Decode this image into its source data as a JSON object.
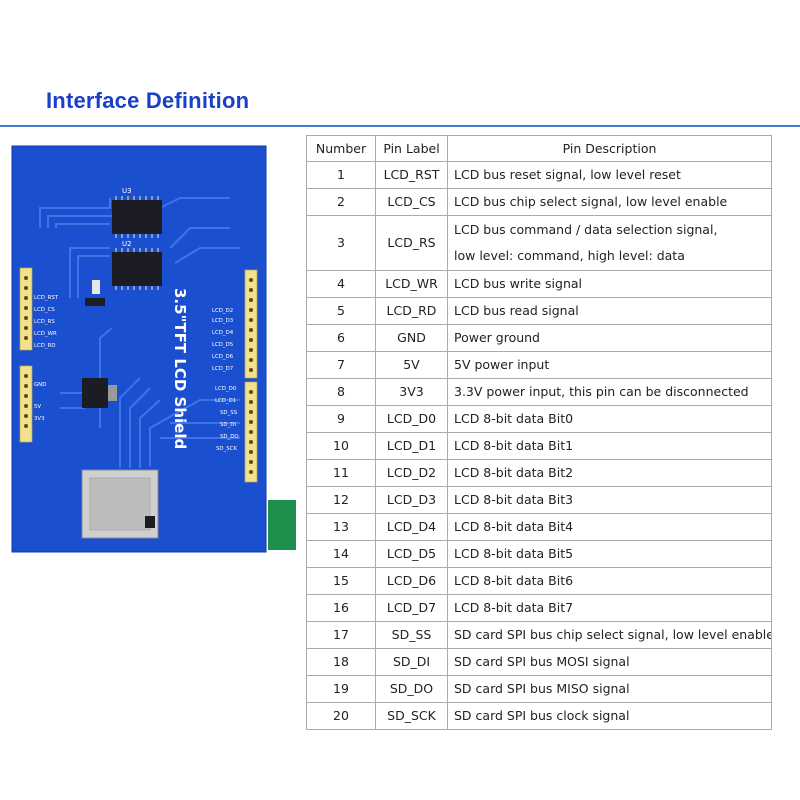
{
  "title": "Interface Definition",
  "colors": {
    "title": "#1a3fc8",
    "rule": "#3a7fd6",
    "pcb": "#1a4fd0",
    "header": "#f2e08a"
  },
  "board": {
    "ic_u3": "U3",
    "ic_u2": "U2",
    "left_header_labels": [
      "LCD_RST",
      "LCD_CS",
      "LCD_RS",
      "LCD_WR",
      "LCD_RD"
    ],
    "power_labels": [
      "GND",
      "5V",
      "3V3"
    ],
    "right_header_labels": [
      "LCD_D2",
      "LCD_D3",
      "LCD_D4",
      "LCD_D5",
      "LCD_D6",
      "LCD_D7"
    ],
    "right_header_labels_2": [
      "LCD_D0",
      "LCD_D1",
      "SD_SS",
      "SD_DI",
      "SD_DO",
      "SD_SCK"
    ],
    "vertical_label": "3.5\"TFT LCD Shield"
  },
  "table": {
    "headers": [
      "Number",
      "Pin Label",
      "Pin Description"
    ],
    "rows": [
      {
        "num": "1",
        "label": "LCD_RST",
        "desc": [
          "LCD bus reset signal, low level reset"
        ]
      },
      {
        "num": "2",
        "label": "LCD_CS",
        "desc": [
          "LCD bus chip select signal, low level enable"
        ]
      },
      {
        "num": "3",
        "label": "LCD_RS",
        "desc": [
          "LCD bus command / data selection signal,",
          "low level: command, high level: data"
        ]
      },
      {
        "num": "4",
        "label": "LCD_WR",
        "desc": [
          "LCD bus write signal"
        ]
      },
      {
        "num": "5",
        "label": "LCD_RD",
        "desc": [
          "LCD bus read signal"
        ]
      },
      {
        "num": "6",
        "label": "GND",
        "desc": [
          "Power ground"
        ]
      },
      {
        "num": "7",
        "label": "5V",
        "desc": [
          "5V power input"
        ]
      },
      {
        "num": "8",
        "label": "3V3",
        "desc": [
          "3.3V power input, this pin can be disconnected"
        ]
      },
      {
        "num": "9",
        "label": "LCD_D0",
        "desc": [
          "LCD 8-bit data Bit0"
        ]
      },
      {
        "num": "10",
        "label": "LCD_D1",
        "desc": [
          "LCD 8-bit data Bit1"
        ]
      },
      {
        "num": "11",
        "label": "LCD_D2",
        "desc": [
          "LCD 8-bit data Bit2"
        ]
      },
      {
        "num": "12",
        "label": "LCD_D3",
        "desc": [
          "LCD 8-bit data Bit3"
        ]
      },
      {
        "num": "13",
        "label": "LCD_D4",
        "desc": [
          "LCD 8-bit data Bit4"
        ]
      },
      {
        "num": "14",
        "label": "LCD_D5",
        "desc": [
          "LCD 8-bit data Bit5"
        ]
      },
      {
        "num": "15",
        "label": "LCD_D6",
        "desc": [
          "LCD 8-bit data Bit6"
        ]
      },
      {
        "num": "16",
        "label": "LCD_D7",
        "desc": [
          "LCD 8-bit data Bit7"
        ]
      },
      {
        "num": "17",
        "label": "SD_SS",
        "desc": [
          "SD card SPI bus chip select signal, low level enable"
        ]
      },
      {
        "num": "18",
        "label": "SD_DI",
        "desc": [
          "SD card SPI bus MOSI signal"
        ]
      },
      {
        "num": "19",
        "label": "SD_DO",
        "desc": [
          "SD card SPI bus MISO signal"
        ]
      },
      {
        "num": "20",
        "label": "SD_SCK",
        "desc": [
          "SD card SPI bus clock signal"
        ]
      }
    ]
  }
}
